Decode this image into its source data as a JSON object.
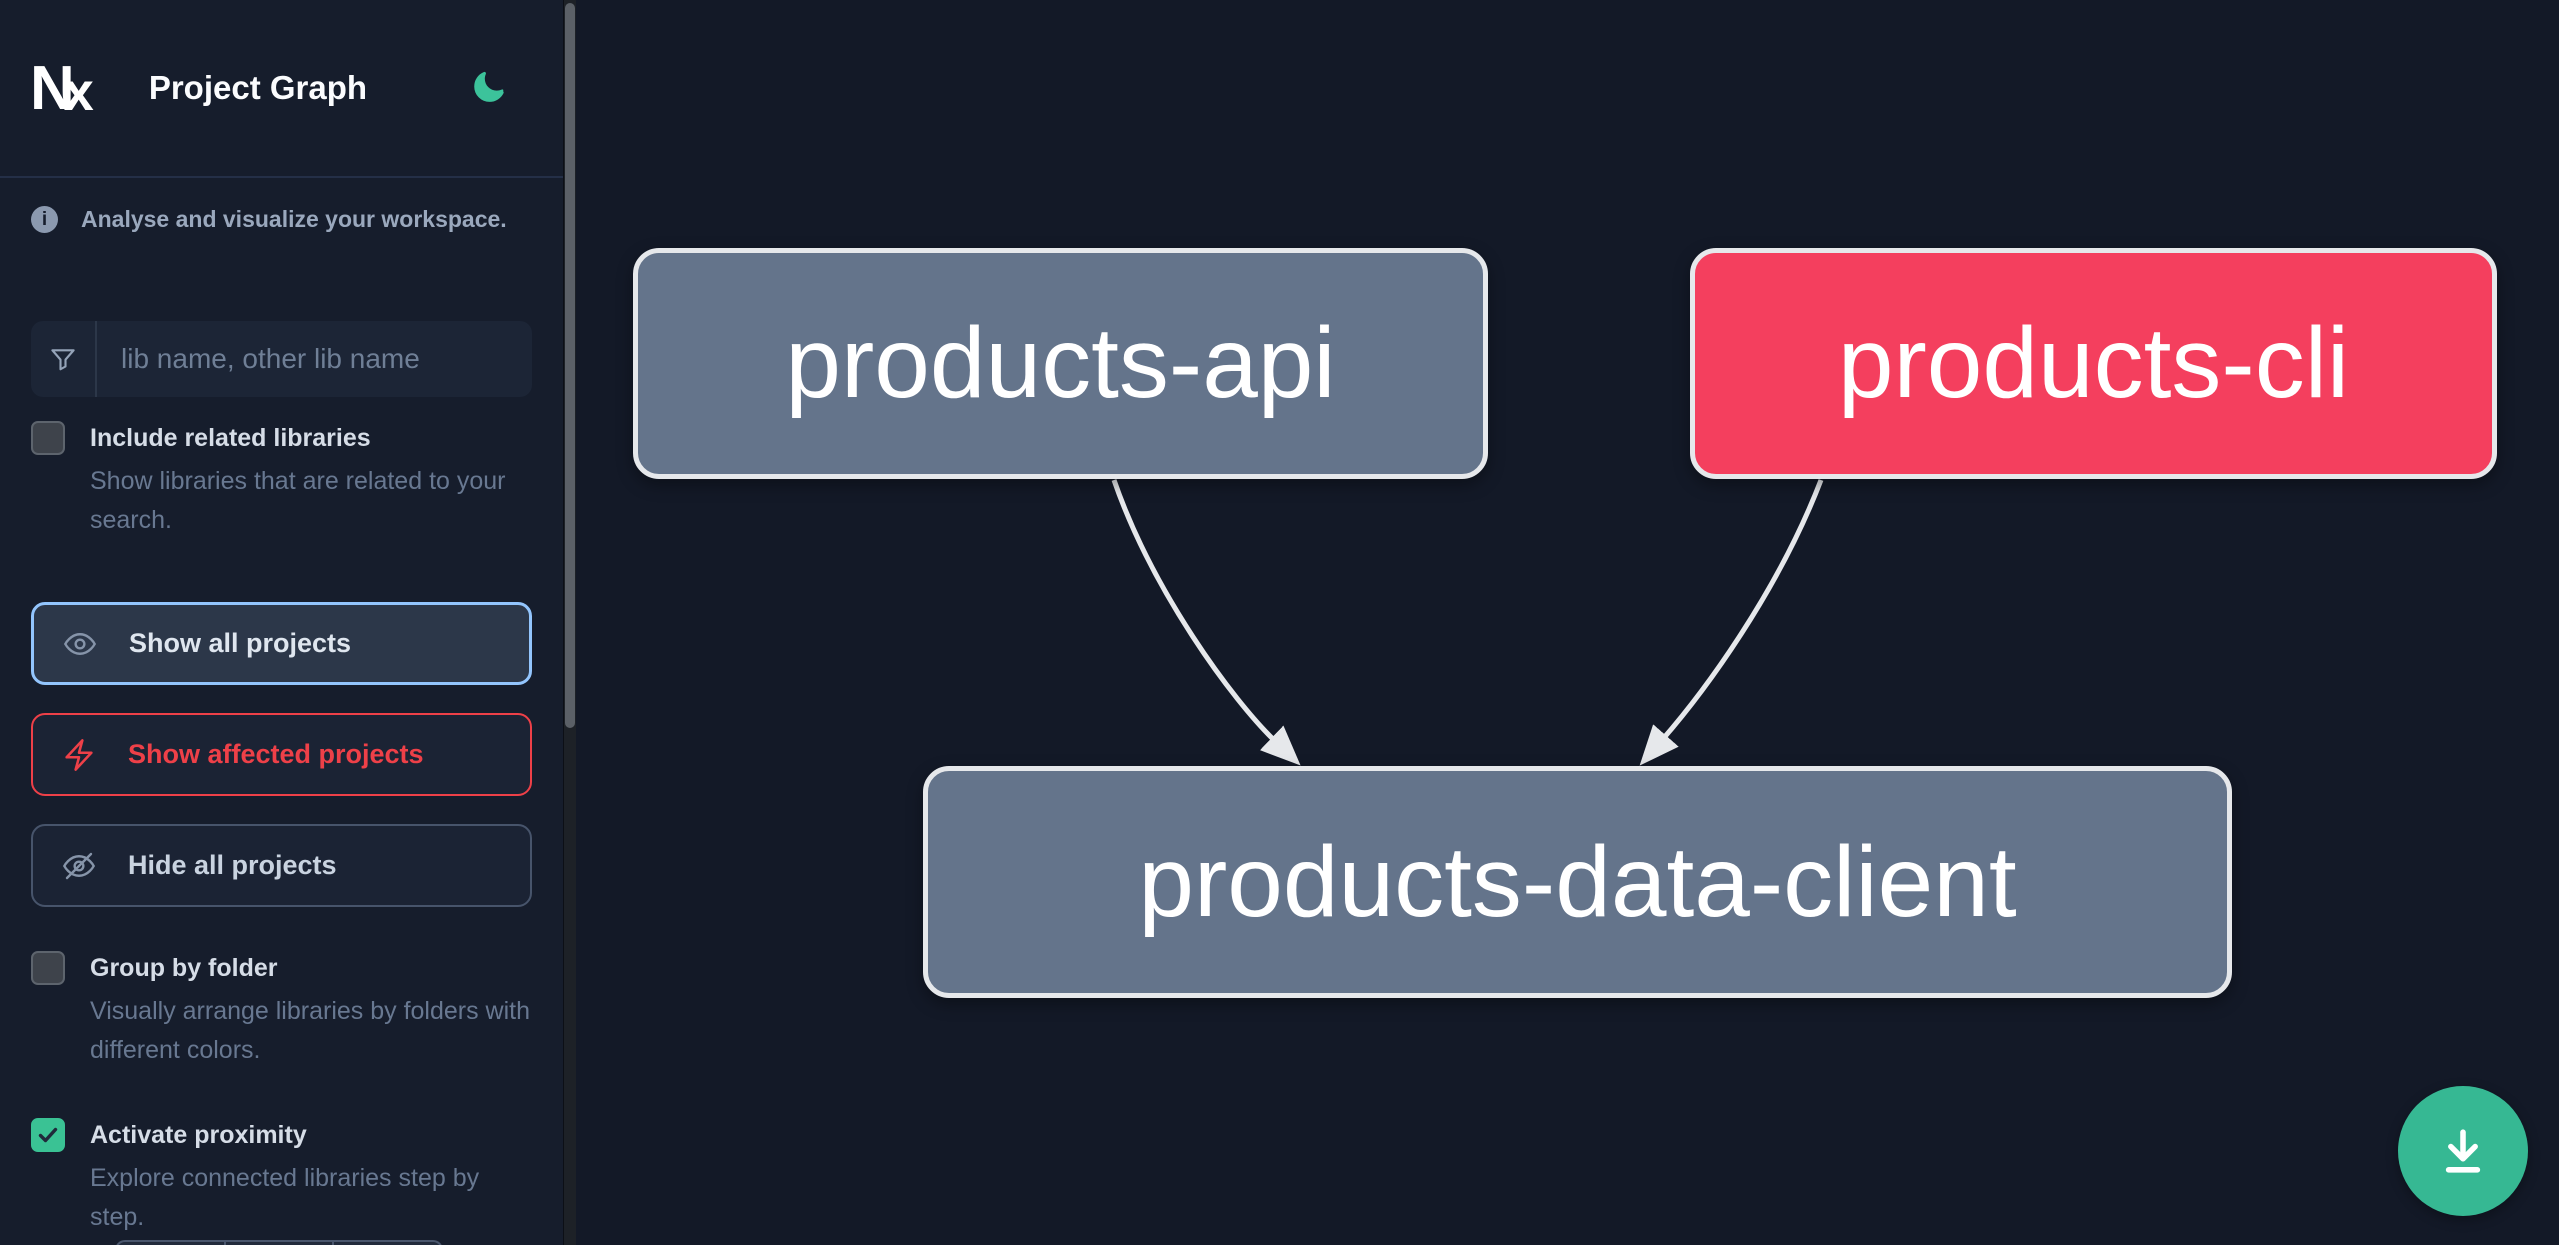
{
  "header": {
    "logo_text": "Nx",
    "title": "Project Graph",
    "theme_icon": "moon-icon"
  },
  "sidebar": {
    "tagline": "Analyse and visualize your workspace.",
    "search": {
      "placeholder": "lib name, other lib name",
      "icon": "funnel-icon",
      "value": ""
    },
    "toggles": [
      {
        "label": "Include related libraries",
        "description": "Show libraries that are related to your search.",
        "checked": false
      },
      {
        "label": "Group by folder",
        "description": "Visually arrange libraries by folders with different colors.",
        "checked": false
      },
      {
        "label": "Activate proximity",
        "description": "Explore connected libraries step by step.",
        "checked": true
      }
    ],
    "actions": [
      {
        "label": "Show all projects",
        "icon": "eye-icon",
        "state": "focused"
      },
      {
        "label": "Show affected projects",
        "icon": "bolt-icon",
        "state": "affected"
      },
      {
        "label": "Hide all projects",
        "icon": "eye-slash-icon",
        "state": "default"
      }
    ]
  },
  "graph": {
    "nodes": [
      {
        "label": "products-api",
        "color": "#64748b",
        "kind": "library"
      },
      {
        "label": "products-cli",
        "color": "#f43f5e",
        "kind": "affected"
      },
      {
        "label": "products-data-client",
        "color": "#64748b",
        "kind": "library"
      }
    ],
    "edges": [
      {
        "source": "products-api",
        "target": "products-data-client"
      },
      {
        "source": "products-cli",
        "target": "products-data-client"
      }
    ]
  },
  "fab": {
    "icon": "download-icon",
    "color": "#36b893"
  },
  "colors": {
    "background": "#131927",
    "sidebar": "#161d2c",
    "accent_blue": "#93c5fd",
    "accent_red": "#ee4048",
    "accent_rose": "#f43f5e",
    "accent_green": "#3ac294",
    "node_gray": "#64748b",
    "edge": "#e6e8eb"
  }
}
